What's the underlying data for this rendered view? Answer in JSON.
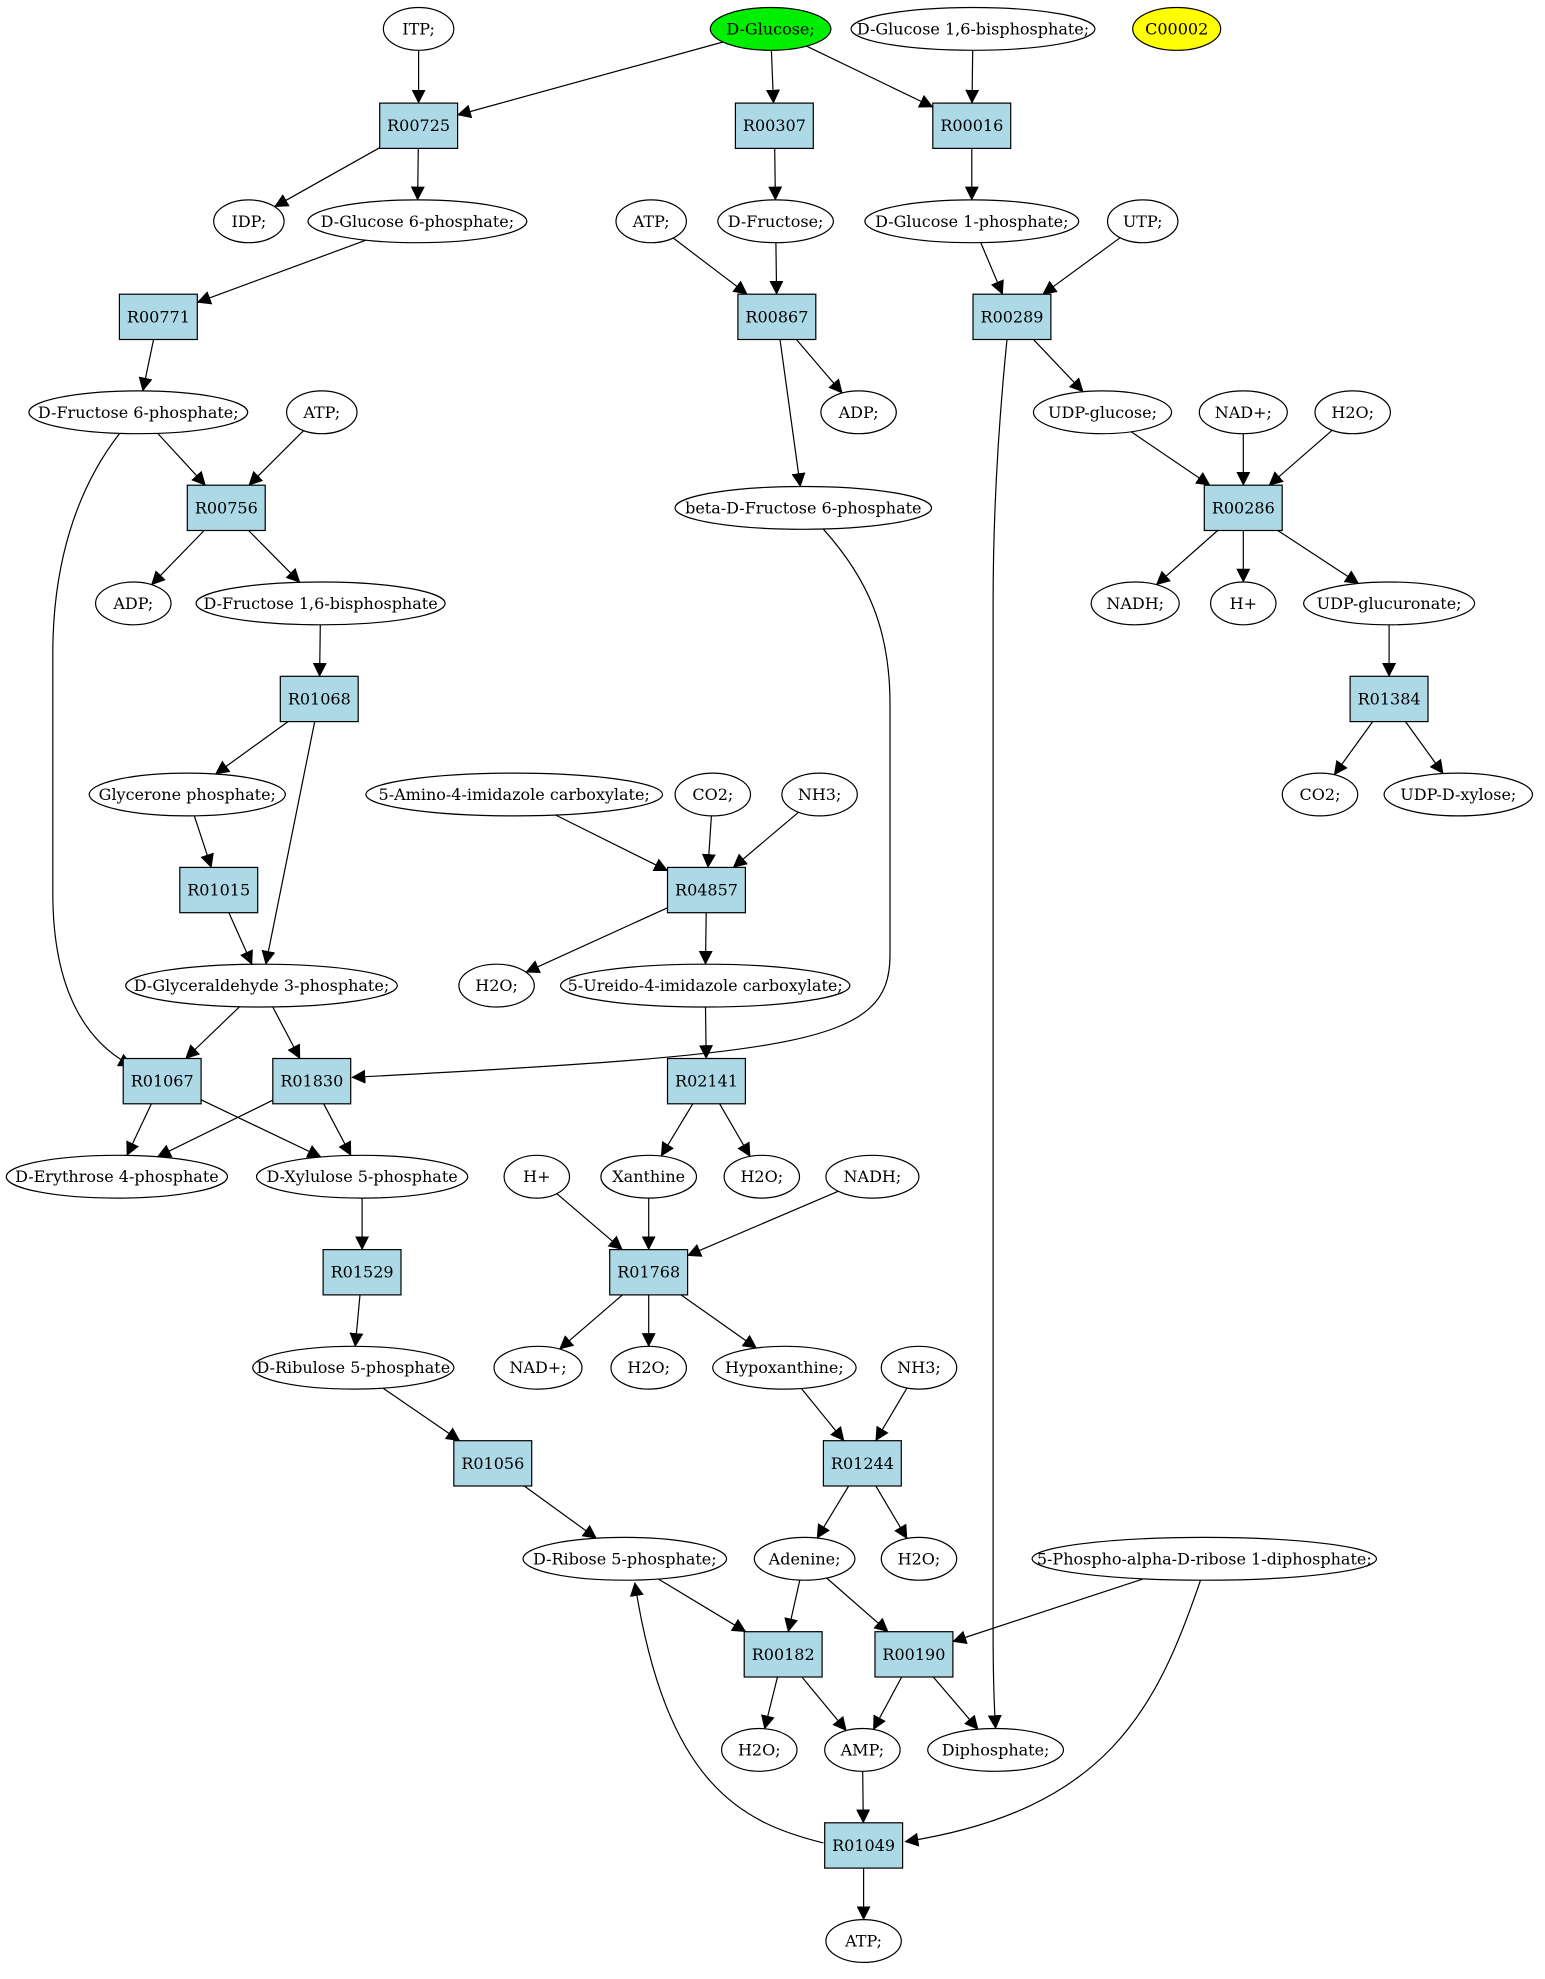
{
  "colors": {
    "compound": "#ffffff",
    "reaction": "#add8e6",
    "source_compound": "#00ee00",
    "highlight_compound": "#ffff00",
    "edge": "#000000"
  },
  "nodes": [
    {
      "id": "itp",
      "label": "ITP;",
      "shape": "ellipse"
    },
    {
      "id": "dglucose",
      "label": "D-Glucose;",
      "shape": "ellipse",
      "style": "source"
    },
    {
      "id": "dg16bp",
      "label": "D-Glucose 1,6-bisphosphate;",
      "shape": "ellipse"
    },
    {
      "id": "c00002",
      "label": "C00002",
      "shape": "ellipse",
      "style": "highlight"
    },
    {
      "id": "R00725",
      "label": "R00725",
      "shape": "box"
    },
    {
      "id": "R00307",
      "label": "R00307",
      "shape": "box"
    },
    {
      "id": "R00016",
      "label": "R00016",
      "shape": "box"
    },
    {
      "id": "idp",
      "label": "IDP;",
      "shape": "ellipse"
    },
    {
      "id": "g6p",
      "label": "D-Glucose 6-phosphate;",
      "shape": "ellipse"
    },
    {
      "id": "atp1",
      "label": "ATP;",
      "shape": "ellipse"
    },
    {
      "id": "dfructose",
      "label": "D-Fructose;",
      "shape": "ellipse"
    },
    {
      "id": "g1p",
      "label": "D-Glucose 1-phosphate;",
      "shape": "ellipse"
    },
    {
      "id": "utp",
      "label": "UTP;",
      "shape": "ellipse"
    },
    {
      "id": "R00771",
      "label": "R00771",
      "shape": "box"
    },
    {
      "id": "R00867",
      "label": "R00867",
      "shape": "box"
    },
    {
      "id": "R00289",
      "label": "R00289",
      "shape": "box"
    },
    {
      "id": "f6p",
      "label": "D-Fructose 6-phosphate;",
      "shape": "ellipse"
    },
    {
      "id": "atp2",
      "label": "ATP;",
      "shape": "ellipse"
    },
    {
      "id": "adp1",
      "label": "ADP;",
      "shape": "ellipse"
    },
    {
      "id": "udpg",
      "label": "UDP-glucose;",
      "shape": "ellipse"
    },
    {
      "id": "nad1",
      "label": "NAD+;",
      "shape": "ellipse"
    },
    {
      "id": "h2o1",
      "label": "H2O;",
      "shape": "ellipse"
    },
    {
      "id": "R00756",
      "label": "R00756",
      "shape": "box"
    },
    {
      "id": "bf6p",
      "label": "beta-D-Fructose 6-phosphate",
      "shape": "ellipse"
    },
    {
      "id": "R00286",
      "label": "R00286",
      "shape": "box"
    },
    {
      "id": "adp2",
      "label": "ADP;",
      "shape": "ellipse"
    },
    {
      "id": "f16bp",
      "label": "D-Fructose 1,6-bisphosphate",
      "shape": "ellipse"
    },
    {
      "id": "nadh1",
      "label": "NADH;",
      "shape": "ellipse"
    },
    {
      "id": "hplus1",
      "label": "H+",
      "shape": "ellipse"
    },
    {
      "id": "udpgluc",
      "label": "UDP-glucuronate;",
      "shape": "ellipse"
    },
    {
      "id": "R01068",
      "label": "R01068",
      "shape": "box"
    },
    {
      "id": "R01384",
      "label": "R01384",
      "shape": "box"
    },
    {
      "id": "glycp",
      "label": "Glycerone phosphate;",
      "shape": "ellipse"
    },
    {
      "id": "aica",
      "label": "5-Amino-4-imidazole carboxylate;",
      "shape": "ellipse"
    },
    {
      "id": "co2a",
      "label": "CO2;",
      "shape": "ellipse"
    },
    {
      "id": "nh3a",
      "label": "NH3;",
      "shape": "ellipse"
    },
    {
      "id": "co2b",
      "label": "CO2;",
      "shape": "ellipse"
    },
    {
      "id": "udpx",
      "label": "UDP-D-xylose;",
      "shape": "ellipse"
    },
    {
      "id": "R01015",
      "label": "R01015",
      "shape": "box"
    },
    {
      "id": "R04857",
      "label": "R04857",
      "shape": "box"
    },
    {
      "id": "g3p",
      "label": "D-Glyceraldehyde 3-phosphate;",
      "shape": "ellipse"
    },
    {
      "id": "h2o2",
      "label": "H2O;",
      "shape": "ellipse"
    },
    {
      "id": "uica",
      "label": "5-Ureido-4-imidazole carboxylate;",
      "shape": "ellipse"
    },
    {
      "id": "R01067",
      "label": "R01067",
      "shape": "box"
    },
    {
      "id": "R01830",
      "label": "R01830",
      "shape": "box"
    },
    {
      "id": "R02141",
      "label": "R02141",
      "shape": "box"
    },
    {
      "id": "e4p",
      "label": "D-Erythrose 4-phosphate",
      "shape": "ellipse"
    },
    {
      "id": "x5p",
      "label": "D-Xylulose 5-phosphate",
      "shape": "ellipse"
    },
    {
      "id": "hplus2",
      "label": "H+",
      "shape": "ellipse"
    },
    {
      "id": "xanthine",
      "label": "Xanthine",
      "shape": "ellipse"
    },
    {
      "id": "h2o3",
      "label": "H2O;",
      "shape": "ellipse"
    },
    {
      "id": "nadh2",
      "label": "NADH;",
      "shape": "ellipse"
    },
    {
      "id": "R01529",
      "label": "R01529",
      "shape": "box"
    },
    {
      "id": "R01768",
      "label": "R01768",
      "shape": "box"
    },
    {
      "id": "ru5p",
      "label": "D-Ribulose 5-phosphate",
      "shape": "ellipse"
    },
    {
      "id": "nad2",
      "label": "NAD+;",
      "shape": "ellipse"
    },
    {
      "id": "h2o4",
      "label": "H2O;",
      "shape": "ellipse"
    },
    {
      "id": "hypox",
      "label": "Hypoxanthine;",
      "shape": "ellipse"
    },
    {
      "id": "nh3b",
      "label": "NH3;",
      "shape": "ellipse"
    },
    {
      "id": "R01056",
      "label": "R01056",
      "shape": "box"
    },
    {
      "id": "R01244",
      "label": "R01244",
      "shape": "box"
    },
    {
      "id": "r5p",
      "label": "D-Ribose 5-phosphate;",
      "shape": "ellipse"
    },
    {
      "id": "adenine",
      "label": "Adenine;",
      "shape": "ellipse"
    },
    {
      "id": "h2o5",
      "label": "H2O;",
      "shape": "ellipse"
    },
    {
      "id": "prpp",
      "label": "5-Phospho-alpha-D-ribose 1-diphosphate;",
      "shape": "ellipse"
    },
    {
      "id": "R00182",
      "label": "R00182",
      "shape": "box"
    },
    {
      "id": "R00190",
      "label": "R00190",
      "shape": "box"
    },
    {
      "id": "h2o6",
      "label": "H2O;",
      "shape": "ellipse"
    },
    {
      "id": "amp",
      "label": "AMP;",
      "shape": "ellipse"
    },
    {
      "id": "diphos",
      "label": "Diphosphate;",
      "shape": "ellipse"
    },
    {
      "id": "R01049",
      "label": "R01049",
      "shape": "box"
    },
    {
      "id": "atp3",
      "label": "ATP;",
      "shape": "ellipse"
    }
  ],
  "edges": [
    [
      "itp",
      "R00725"
    ],
    [
      "dglucose",
      "R00725"
    ],
    [
      "dglucose",
      "R00307"
    ],
    [
      "dglucose",
      "R00016"
    ],
    [
      "dg16bp",
      "R00016"
    ],
    [
      "R00725",
      "idp"
    ],
    [
      "R00725",
      "g6p"
    ],
    [
      "R00307",
      "dfructose"
    ],
    [
      "R00016",
      "g1p"
    ],
    [
      "g6p",
      "R00771"
    ],
    [
      "atp1",
      "R00867"
    ],
    [
      "dfructose",
      "R00867"
    ],
    [
      "g1p",
      "R00289"
    ],
    [
      "utp",
      "R00289"
    ],
    [
      "R00771",
      "f6p"
    ],
    [
      "R00867",
      "adp1"
    ],
    [
      "R00867",
      "bf6p"
    ],
    [
      "R00289",
      "udpg"
    ],
    [
      "R00289",
      "diphos"
    ],
    [
      "f6p",
      "R00756"
    ],
    [
      "atp2",
      "R00756"
    ],
    [
      "f6p",
      "R01067"
    ],
    [
      "udpg",
      "R00286"
    ],
    [
      "nad1",
      "R00286"
    ],
    [
      "h2o1",
      "R00286"
    ],
    [
      "R00756",
      "adp2"
    ],
    [
      "R00756",
      "f16bp"
    ],
    [
      "bf6p",
      "R01830"
    ],
    [
      "R00286",
      "nadh1"
    ],
    [
      "R00286",
      "hplus1"
    ],
    [
      "R00286",
      "udpgluc"
    ],
    [
      "f16bp",
      "R01068"
    ],
    [
      "udpgluc",
      "R01384"
    ],
    [
      "R01068",
      "glycp"
    ],
    [
      "R01068",
      "g3p"
    ],
    [
      "R01384",
      "co2b"
    ],
    [
      "R01384",
      "udpx"
    ],
    [
      "aica",
      "R04857"
    ],
    [
      "co2a",
      "R04857"
    ],
    [
      "nh3a",
      "R04857"
    ],
    [
      "glycp",
      "R01015"
    ],
    [
      "R01015",
      "g3p"
    ],
    [
      "R04857",
      "h2o2"
    ],
    [
      "R04857",
      "uica"
    ],
    [
      "g3p",
      "R01067"
    ],
    [
      "g3p",
      "R01830"
    ],
    [
      "uica",
      "R02141"
    ],
    [
      "R01067",
      "e4p"
    ],
    [
      "R01067",
      "x5p"
    ],
    [
      "R01830",
      "e4p"
    ],
    [
      "R01830",
      "x5p"
    ],
    [
      "R02141",
      "xanthine"
    ],
    [
      "R02141",
      "h2o3"
    ],
    [
      "hplus2",
      "R01768"
    ],
    [
      "xanthine",
      "R01768"
    ],
    [
      "nadh2",
      "R01768"
    ],
    [
      "x5p",
      "R01529"
    ],
    [
      "R01529",
      "ru5p"
    ],
    [
      "R01768",
      "nad2"
    ],
    [
      "R01768",
      "h2o4"
    ],
    [
      "R01768",
      "hypox"
    ],
    [
      "hypox",
      "R01244"
    ],
    [
      "nh3b",
      "R01244"
    ],
    [
      "ru5p",
      "R01056"
    ],
    [
      "R01056",
      "r5p"
    ],
    [
      "R01244",
      "adenine"
    ],
    [
      "R01244",
      "h2o5"
    ],
    [
      "r5p",
      "R00182"
    ],
    [
      "adenine",
      "R00182"
    ],
    [
      "adenine",
      "R00190"
    ],
    [
      "prpp",
      "R00190"
    ],
    [
      "prpp",
      "R01049"
    ],
    [
      "R00182",
      "h2o6"
    ],
    [
      "R00182",
      "amp"
    ],
    [
      "R00190",
      "amp"
    ],
    [
      "R00190",
      "diphos"
    ],
    [
      "amp",
      "R01049"
    ],
    [
      "R01049",
      "atp3"
    ],
    [
      "R01049",
      "r5p"
    ]
  ]
}
